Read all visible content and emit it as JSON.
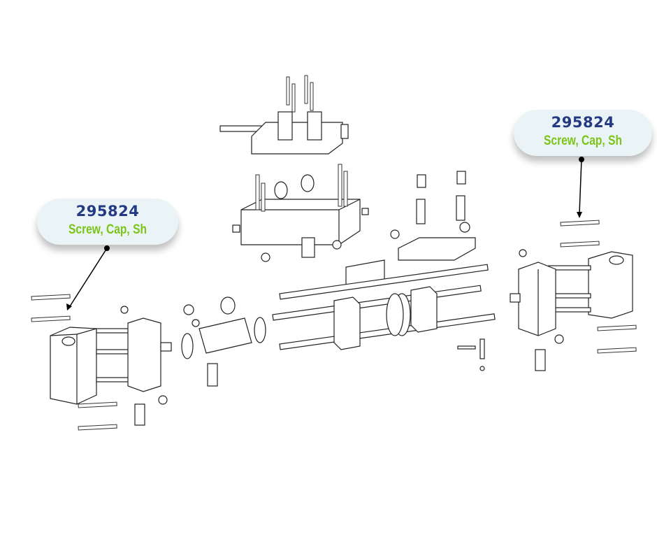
{
  "callouts": [
    {
      "part_number": "295824",
      "description": "Screw, Cap, Sh"
    },
    {
      "part_number": "295824",
      "description": "Screw, Cap, Sh"
    }
  ],
  "colors": {
    "part_number": "#243b84",
    "description": "#7cc41a",
    "pill_bg": "#eaf4f6"
  }
}
